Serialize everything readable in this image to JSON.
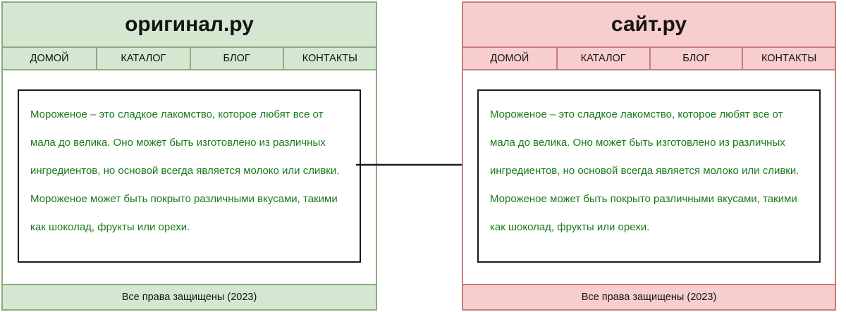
{
  "diagram": {
    "title": "Copy of website content from original site to clone site",
    "arrow": {
      "name": "copy-arrow",
      "direction": "left-to-right",
      "label": ""
    }
  },
  "panels": [
    {
      "id": "original",
      "role": "source",
      "site_title": "оригинал.ру",
      "accent_color": "#8bab7e",
      "surface_color": "#d4e8d1",
      "text_color": "#1a7a1a",
      "nav": [
        {
          "label": "ДОМОЙ"
        },
        {
          "label": "КАТАЛОГ"
        },
        {
          "label": "БЛОГ"
        },
        {
          "label": "КОНТАКТЫ"
        }
      ],
      "content": "Мороженое – это сладкое лакомство, которое любят все от мала до велика. Оно может быть изготовлено из различных ингредиентов, но основой всегда является молоко или сливки. Мороженое может быть покрыто различными вкусами, такими как шоколад, фрукты или орехи.",
      "footer": "Все права защищены (2023)"
    },
    {
      "id": "copy",
      "role": "destination",
      "site_title": "сайт.ру",
      "accent_color": "#c47d7d",
      "surface_color": "#f8cdcd",
      "text_color": "#1a7a1a",
      "nav": [
        {
          "label": "ДОМОЙ"
        },
        {
          "label": "КАТАЛОГ"
        },
        {
          "label": "БЛОГ"
        },
        {
          "label": "КОНТАКТЫ"
        }
      ],
      "content": "Мороженое – это сладкое лакомство, которое любят все от мала до велика. Оно может быть изготовлено из различных ингредиентов, но основой всегда является молоко или сливки. Мороженое может быть покрыто различными вкусами, такими как шоколад, фрукты или орехи.",
      "footer": "Все права защищены (2023)"
    }
  ]
}
